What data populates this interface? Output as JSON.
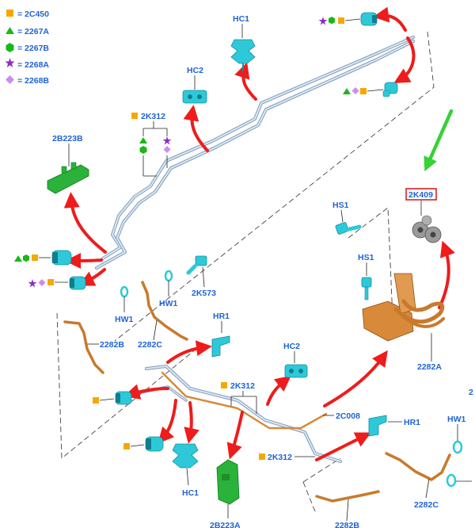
{
  "colors": {
    "label_blue": "#1f63d4",
    "arrow_red": "#ee1c1c",
    "pointer_green": "#38d137",
    "legend_orange": "#f6a800",
    "legend_green": "#18b818",
    "legend_purple": "#8a2ec4",
    "legend_lilac": "#cf8cf0",
    "part_cyan": "#2ec9d8",
    "part_green": "#2ab23a",
    "part_orange": "#d8893a",
    "part_gray": "#9a9a9a",
    "tube_blue": "#9fb9d4",
    "highlight_box": "#dd1111"
  },
  "legend": [
    {
      "shape": "orange-square",
      "code": "= 2C450"
    },
    {
      "shape": "green-triangle",
      "code": "= 2267A"
    },
    {
      "shape": "green-hexagon",
      "code": "= 2267B"
    },
    {
      "shape": "purple-star",
      "code": "= 2268A"
    },
    {
      "shape": "lilac-diamond",
      "code": "= 2268B"
    }
  ],
  "labels": {
    "hc1_top": "HC1",
    "hc2_top": "HC2",
    "k312_top": "2K312",
    "b223b": "2B223B",
    "k409": "2K409",
    "hs1_top": "HS1",
    "hs1_mid": "HS1",
    "hw1_left": "HW1",
    "hw1_mid": "HW1",
    "k573": "2K573",
    "hr1_mid": "HR1",
    "b2282b_left": "2282B",
    "c2282c_left": "2282C",
    "hc2_mid": "HC2",
    "k312_mid": "2K312",
    "a2282a": "2282A",
    "c008": "2C008",
    "hr1_right": "HR1",
    "hw1_right": "HW1",
    "k312_bottom": "2K312",
    "hc1_bottom": "HC1",
    "a2b223a": "2B223A",
    "c2282c_right": "2282C",
    "b2282b_bottom": "2282B",
    "edge_fragment": "2"
  }
}
